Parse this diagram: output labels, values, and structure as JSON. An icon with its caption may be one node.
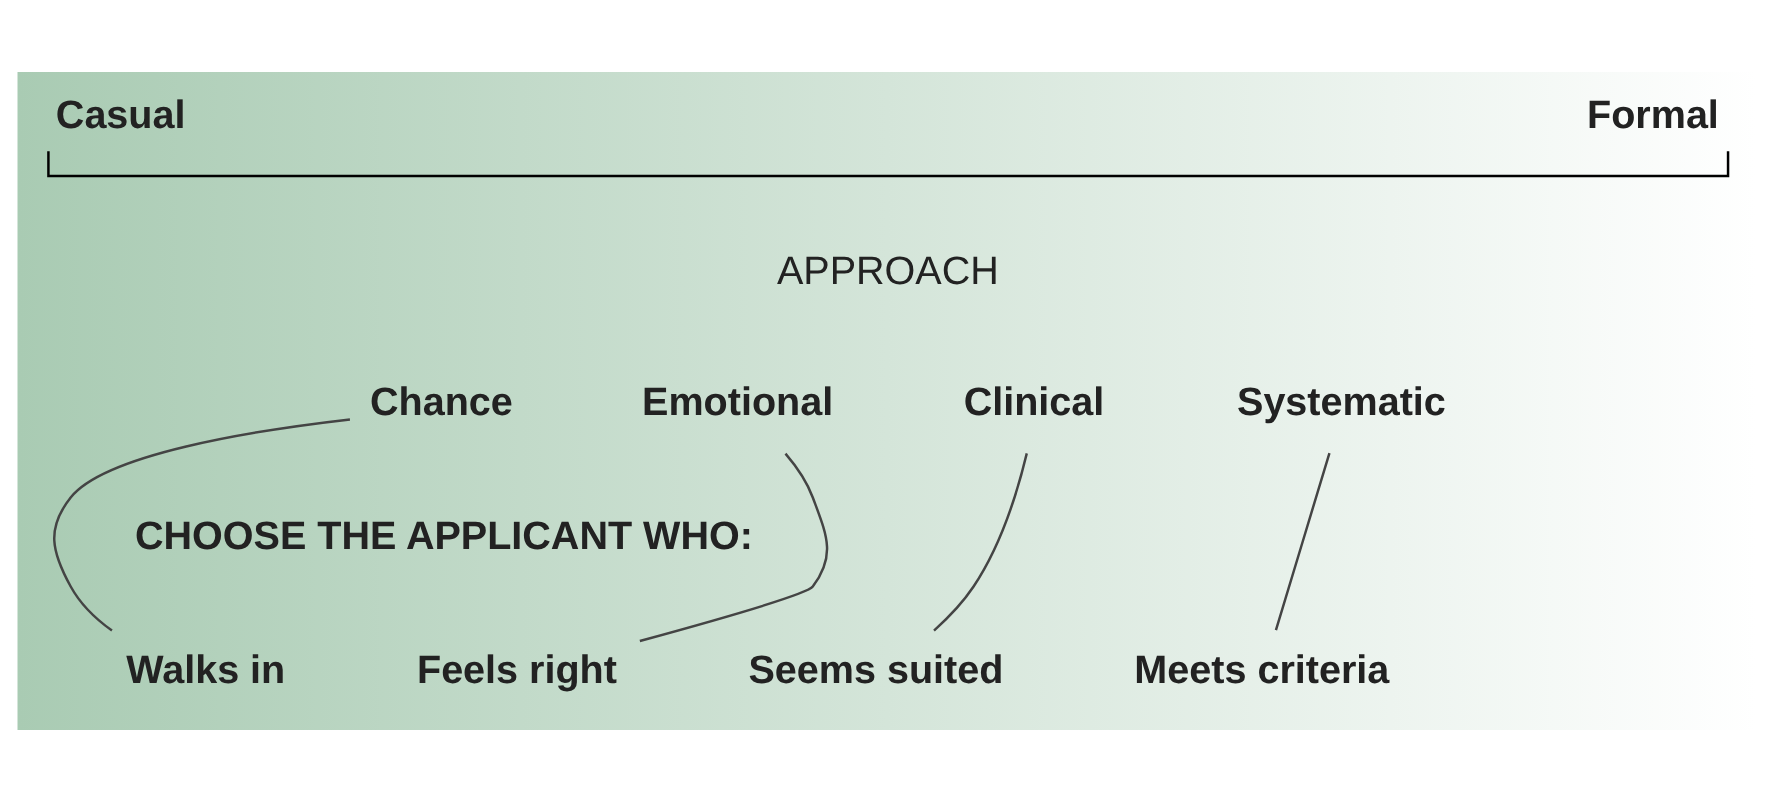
{
  "diagram": {
    "nodes": [
      {
        "text": [
          "Chance"
        ]
      },
      {
        "text": [
          "Emotional"
        ]
      },
      {
        "text": [
          "Clinical"
        ]
      },
      {
        "text": [
          "Systematic"
        ]
      },
      {
        "text": [
          "Walks in"
        ]
      },
      {
        "text": [
          "Feels right"
        ]
      },
      {
        "text": [
          "Seems suited"
        ]
      },
      {
        "text": [
          "Meets criteria"
        ]
      }
    ],
    "edges": [
      {
        "from": 0,
        "to": 4,
        "arrow": "none"
      },
      {
        "from": 1,
        "to": 5,
        "arrow": "none"
      },
      {
        "from": 2,
        "to": 6,
        "arrow": "none"
      },
      {
        "from": 3,
        "to": 7,
        "arrow": "none"
      }
    ],
    "labels": [
      "Casual",
      "Formal",
      "APPROACH",
      "CHOOSE THE APPLICANT WHO:"
    ]
  }
}
